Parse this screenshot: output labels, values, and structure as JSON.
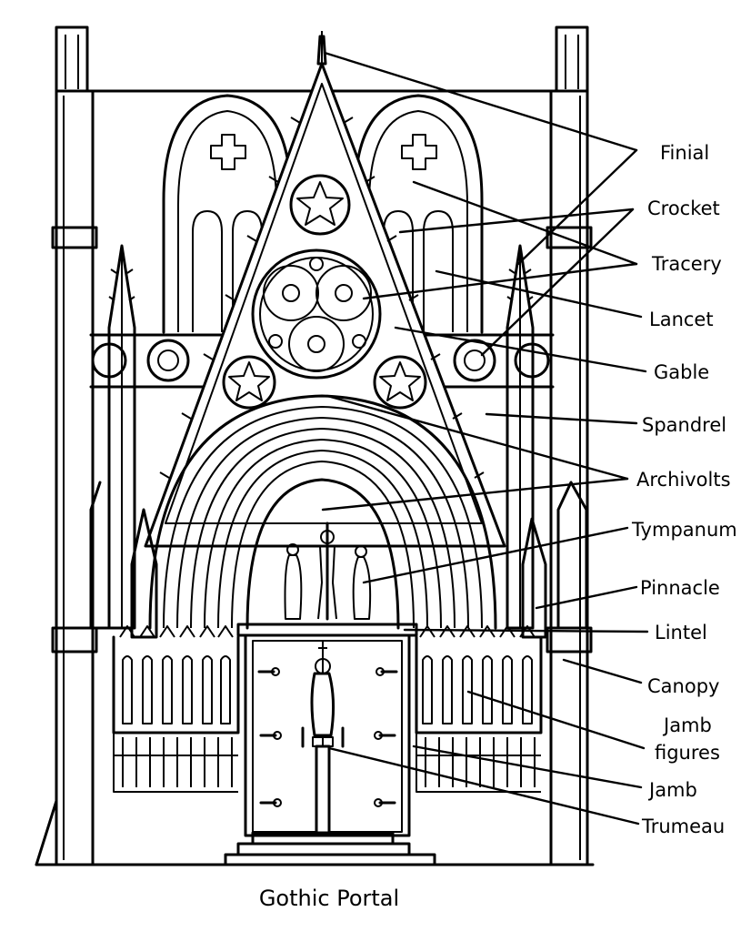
{
  "labels": {
    "finial": "Finial",
    "crocket": "Crocket",
    "tracery": "Tracery",
    "lancet": "Lancet",
    "gable": "Gable",
    "spandrel": "Spandrel",
    "archivolts": "Archivolts",
    "tympanum": "Tympanum",
    "pinnacle": "Pinnacle",
    "lintel": "Lintel",
    "canopy": "Canopy",
    "jamb_figures_line1": "Jamb",
    "jamb_figures_line2": "figures",
    "jamb": "Jamb",
    "trumeau": "Trumeau"
  },
  "caption": "Gothic Portal"
}
